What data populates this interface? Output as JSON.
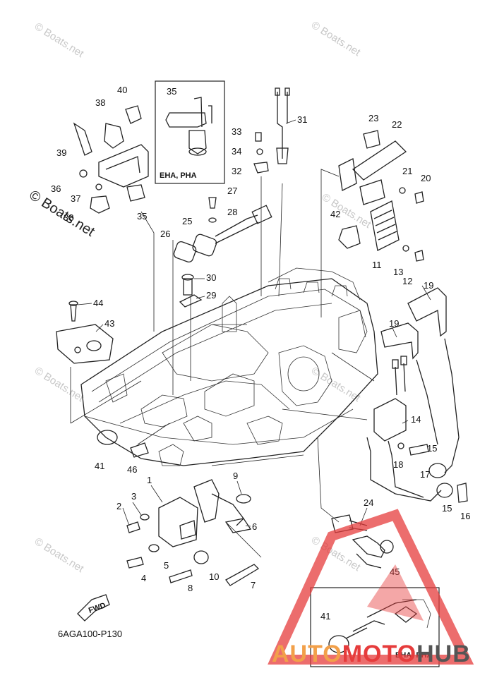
{
  "diagram_code": "6AGA100-P130",
  "fwd_label": "FWD",
  "watermark_text": "© Boats.net",
  "inset_labels": {
    "top": "EHA, PHA",
    "bottom": "EHA, PHA"
  },
  "brand": {
    "part1": "AUTO",
    "part2": "MOTO",
    "part3": "HUB",
    "color_orange": "#f2a04a",
    "color_red": "#e63c3c",
    "color_gray": "#555555"
  },
  "callouts": {
    "c1": "1",
    "c2": "2",
    "c3": "3",
    "c4": "4",
    "c5": "5",
    "c6": "6",
    "c7": "7",
    "c8": "8",
    "c9": "9",
    "c10": "10",
    "c11": "11",
    "c12": "12",
    "c13": "13",
    "c14": "14",
    "c15a": "15",
    "c15b": "15",
    "c16": "16",
    "c17": "17",
    "c18": "18",
    "c19a": "19",
    "c19b": "19",
    "c20": "20",
    "c21": "21",
    "c22": "22",
    "c23": "23",
    "c24": "24",
    "c25": "25",
    "c26": "26",
    "c27": "27",
    "c28": "28",
    "c29": "29",
    "c30": "30",
    "c31": "31",
    "c32": "32",
    "c33": "33",
    "c34": "34",
    "c35a": "35",
    "c35b": "35",
    "c36": "36",
    "c37": "37",
    "c38a": "38",
    "c38b": "38",
    "c39": "39",
    "c40": "40",
    "c41a": "41",
    "c41b": "41",
    "c42": "42",
    "c43": "43",
    "c44": "44",
    "c45": "45",
    "c46": "46"
  }
}
